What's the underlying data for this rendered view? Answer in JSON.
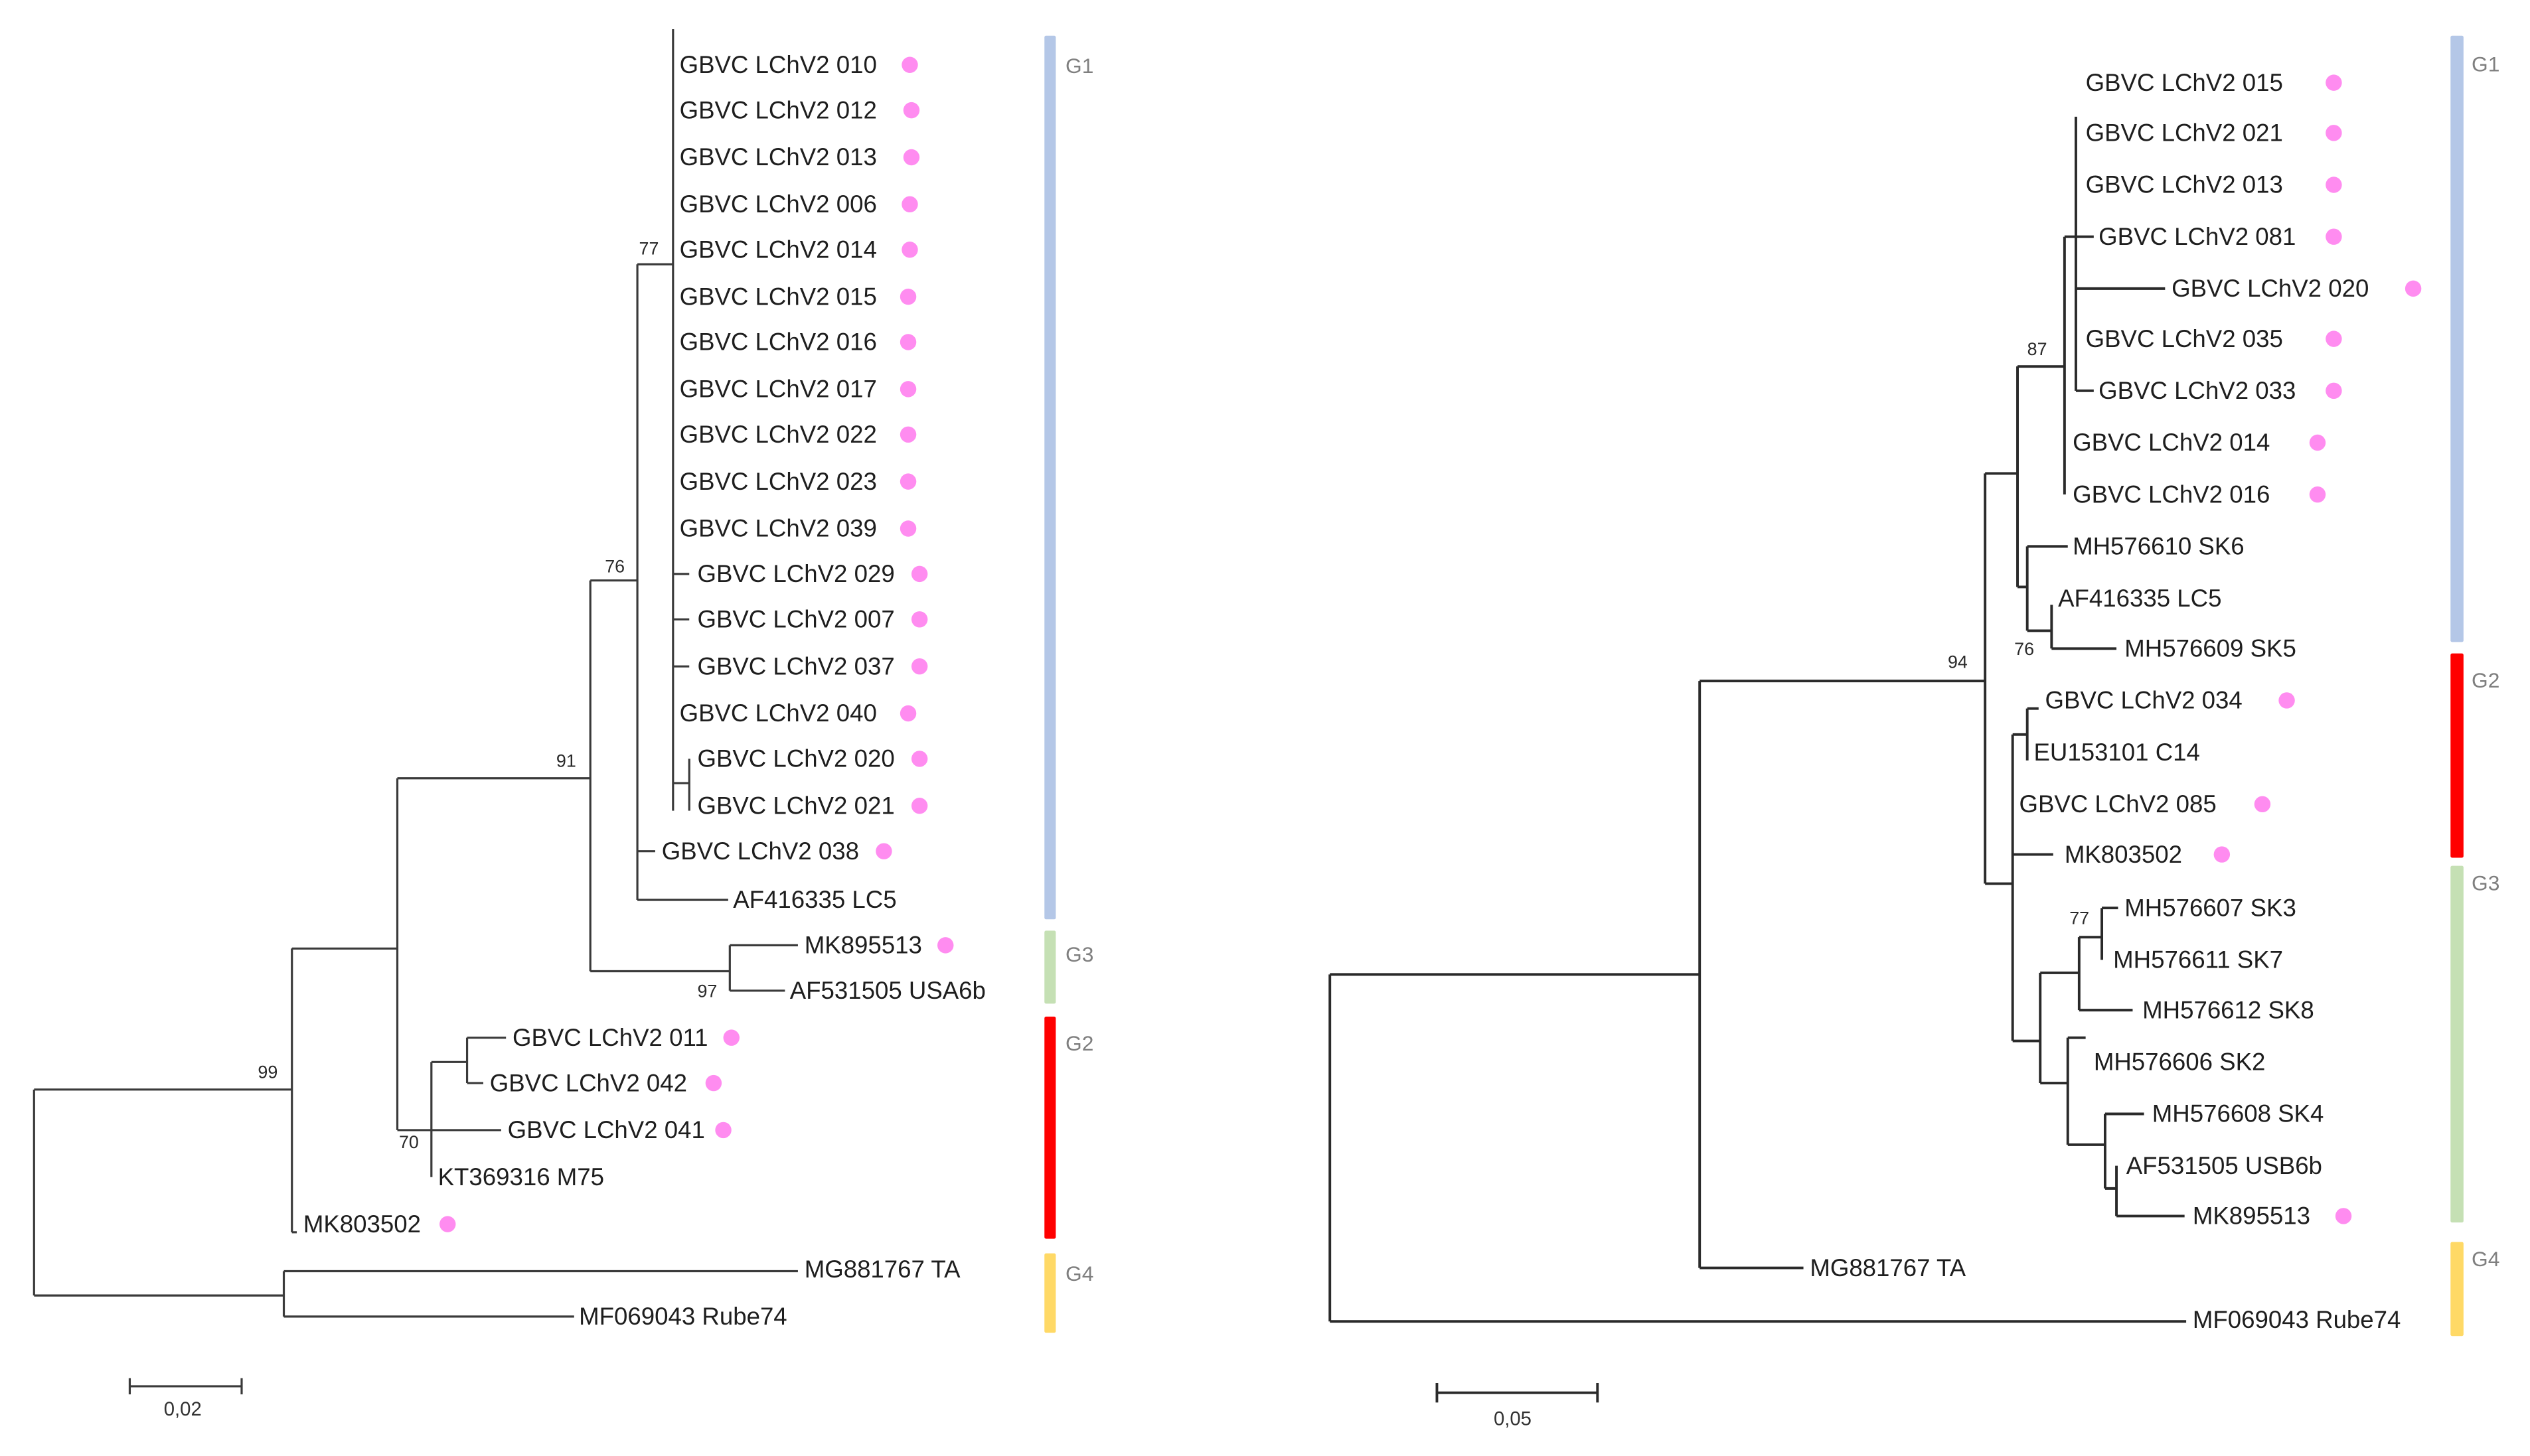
{
  "colors": {
    "G1": "#b4c7e7",
    "G2": "#ff0000",
    "G3": "#c5e0b4",
    "G4": "#ffd966",
    "marker_dot": "#ff8cf0",
    "branch": "#3a3a3a"
  },
  "left_tree": {
    "scale_bar_label": "0,02",
    "bootstrap": {
      "n77": "77",
      "n76": "76",
      "n91": "91",
      "n97": "97",
      "n99": "99",
      "n70": "70"
    },
    "tips": [
      {
        "label": "GBVC LChV2 010",
        "dot": true
      },
      {
        "label": "GBVC LChV2 012",
        "dot": true
      },
      {
        "label": "GBVC LChV2 013",
        "dot": true
      },
      {
        "label": "GBVC LChV2 006",
        "dot": true
      },
      {
        "label": "GBVC LChV2 014",
        "dot": true
      },
      {
        "label": "GBVC LChV2 015",
        "dot": true
      },
      {
        "label": "GBVC LChV2 016",
        "dot": true
      },
      {
        "label": "GBVC LChV2 017",
        "dot": true
      },
      {
        "label": "GBVC LChV2 022",
        "dot": true
      },
      {
        "label": "GBVC LChV2 023",
        "dot": true
      },
      {
        "label": "GBVC LChV2 039",
        "dot": true
      },
      {
        "label": "GBVC LChV2 029",
        "dot": true
      },
      {
        "label": "GBVC LChV2 007",
        "dot": true
      },
      {
        "label": "GBVC LChV2 037",
        "dot": true
      },
      {
        "label": "GBVC LChV2 040",
        "dot": true
      },
      {
        "label": "GBVC LChV2 020",
        "dot": true
      },
      {
        "label": "GBVC LChV2 021",
        "dot": true
      },
      {
        "label": "GBVC LChV2 038",
        "dot": true
      },
      {
        "label": "AF416335 LC5",
        "dot": false
      },
      {
        "label": "MK895513",
        "dot": true
      },
      {
        "label": "AF531505 USA6b",
        "dot": false
      },
      {
        "label": "GBVC LChV2 011",
        "dot": true
      },
      {
        "label": "GBVC LChV2 042",
        "dot": true
      },
      {
        "label": "GBVC LChV2 041",
        "dot": true
      },
      {
        "label": "KT369316 M75",
        "dot": false
      },
      {
        "label": "MK803502",
        "dot": true
      },
      {
        "label": "MG881767 TA",
        "dot": false
      },
      {
        "label": "MF069043 Rube74",
        "dot": false
      }
    ],
    "groups": [
      {
        "name": "G1",
        "label": "G1"
      },
      {
        "name": "G3",
        "label": "G3"
      },
      {
        "name": "G2",
        "label": "G2"
      },
      {
        "name": "G4",
        "label": "G4"
      }
    ]
  },
  "right_tree": {
    "scale_bar_label": "0,05",
    "bootstrap": {
      "n87": "87",
      "n76": "76",
      "n94": "94",
      "n77": "77"
    },
    "tips": [
      {
        "label": "GBVC LChV2 015",
        "dot": true
      },
      {
        "label": "GBVC LChV2 021",
        "dot": true
      },
      {
        "label": "GBVC LChV2 013",
        "dot": true
      },
      {
        "label": "GBVC LChV2 081",
        "dot": true
      },
      {
        "label": "GBVC LChV2 020",
        "dot": true
      },
      {
        "label": "GBVC LChV2 035",
        "dot": true
      },
      {
        "label": "GBVC LChV2 033",
        "dot": true
      },
      {
        "label": "GBVC LChV2 014",
        "dot": true
      },
      {
        "label": "GBVC LChV2 016",
        "dot": true
      },
      {
        "label": "MH576610 SK6",
        "dot": false
      },
      {
        "label": "AF416335 LC5",
        "dot": false
      },
      {
        "label": "MH576609 SK5",
        "dot": false
      },
      {
        "label": "GBVC LChV2 034",
        "dot": true
      },
      {
        "label": "EU153101 C14",
        "dot": false
      },
      {
        "label": "GBVC LChV2 085",
        "dot": true
      },
      {
        "label": "MK803502",
        "dot": true
      },
      {
        "label": "MH576607 SK3",
        "dot": false
      },
      {
        "label": "MH576611 SK7",
        "dot": false
      },
      {
        "label": "MH576612 SK8",
        "dot": false
      },
      {
        "label": "MH576606 SK2",
        "dot": false
      },
      {
        "label": "MH576608 SK4",
        "dot": false
      },
      {
        "label": "AF531505 USB6b",
        "dot": false
      },
      {
        "label": "MK895513",
        "dot": true
      },
      {
        "label": "MG881767 TA",
        "dot": false
      },
      {
        "label": "MF069043 Rube74",
        "dot": false
      }
    ],
    "groups": [
      {
        "name": "G1",
        "label": "G1"
      },
      {
        "name": "G2",
        "label": "G2"
      },
      {
        "name": "G3",
        "label": "G3"
      },
      {
        "name": "G4",
        "label": "G4"
      }
    ]
  }
}
